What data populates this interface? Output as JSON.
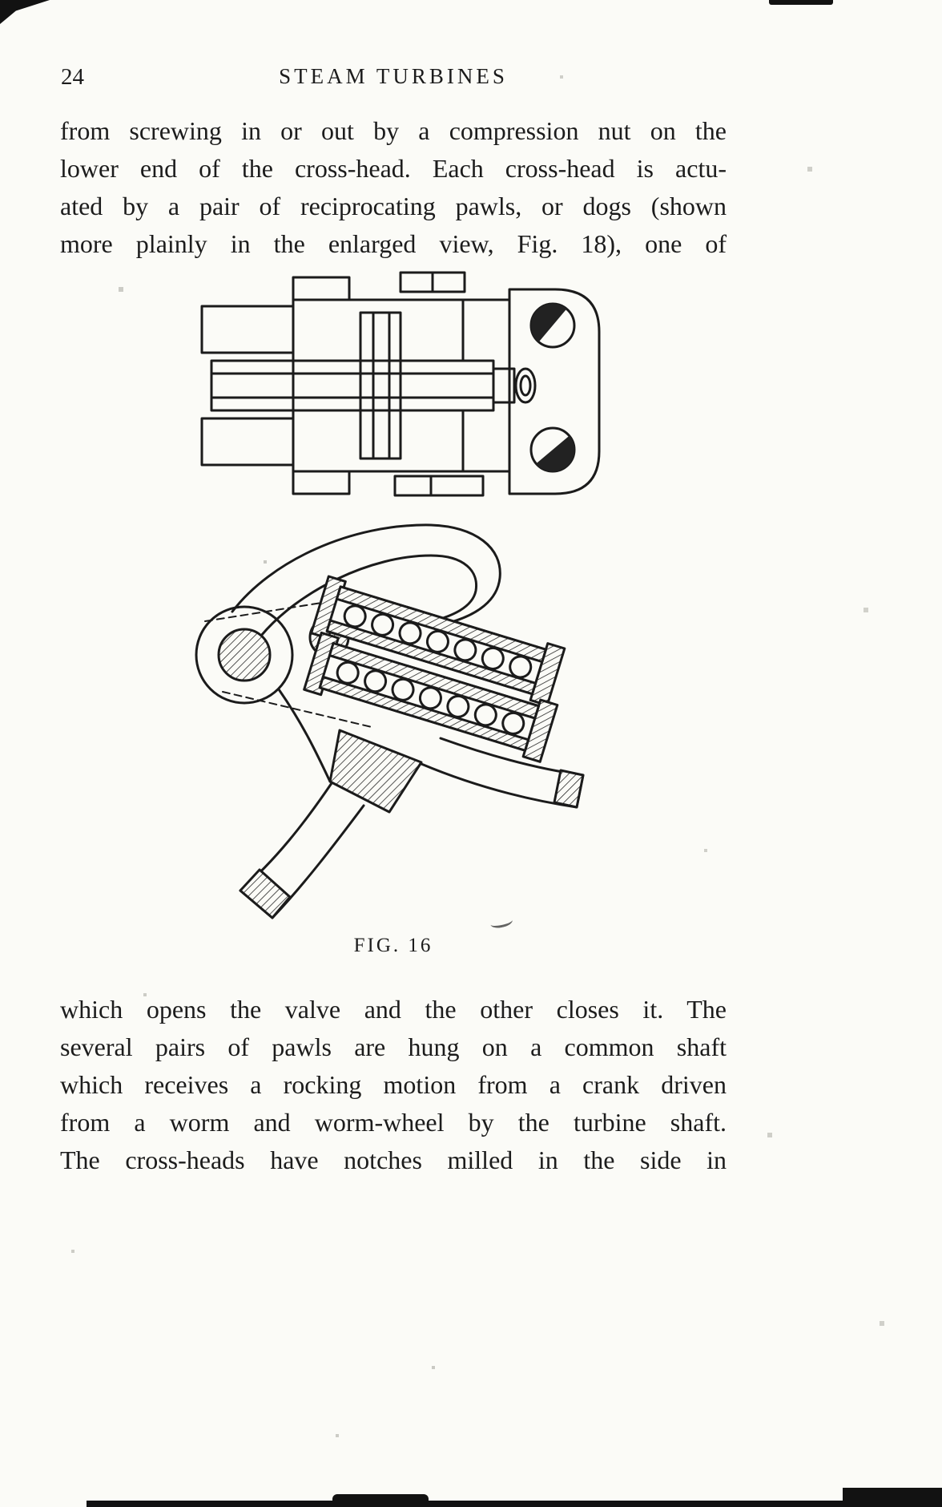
{
  "header": {
    "page_number": "24",
    "title": "STEAM TURBINES"
  },
  "para1": {
    "lines": [
      "from screwing in or out by a compression nut on the",
      "lower end of the cross-head.  Each cross-head is actu-",
      "ated by a pair of reciprocating pawls, or dogs (shown",
      "more plainly in the enlarged view, Fig. 18), one of"
    ]
  },
  "figure": {
    "caption": "FIG. 16"
  },
  "para2": {
    "lines": [
      "which opens the valve and the other closes it.  The",
      "several pairs of pawls are hung on a common shaft",
      "which receives a rocking motion from a crank driven",
      "from a worm and worm-wheel by the turbine shaft.",
      "The cross-heads have notches milled in the side in"
    ]
  }
}
